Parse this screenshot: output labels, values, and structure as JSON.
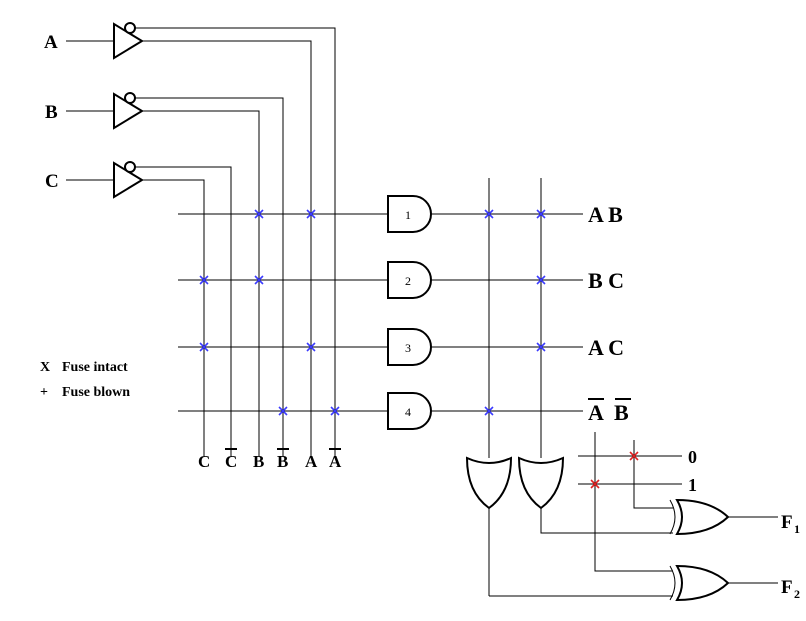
{
  "inputs": {
    "a": "A",
    "b": "B",
    "c": "C"
  },
  "column_labels": {
    "c": "C",
    "c_bar": "C",
    "b": "B",
    "b_bar": "B",
    "a": "A",
    "a_bar": "A"
  },
  "and_gates": [
    "1",
    "2",
    "3",
    "4"
  ],
  "outputs": {
    "p1": "A B",
    "p2": "B C",
    "p3": "A C",
    "p4_a": "A",
    "p4_b": "B"
  },
  "constants": {
    "zero": "0",
    "one": "1"
  },
  "final_outputs": {
    "f1": "F",
    "f1_sub": "1",
    "f2": "F",
    "f2_sub": "2"
  },
  "legend": {
    "intact_symbol": "X",
    "intact_label": "Fuse intact",
    "blown_symbol": "+",
    "blown_label": "Fuse blown"
  },
  "colors": {
    "fuse_and_array": "#3b3bff",
    "fuse_xor_inputs": "#e02020",
    "wire": "#000000"
  }
}
